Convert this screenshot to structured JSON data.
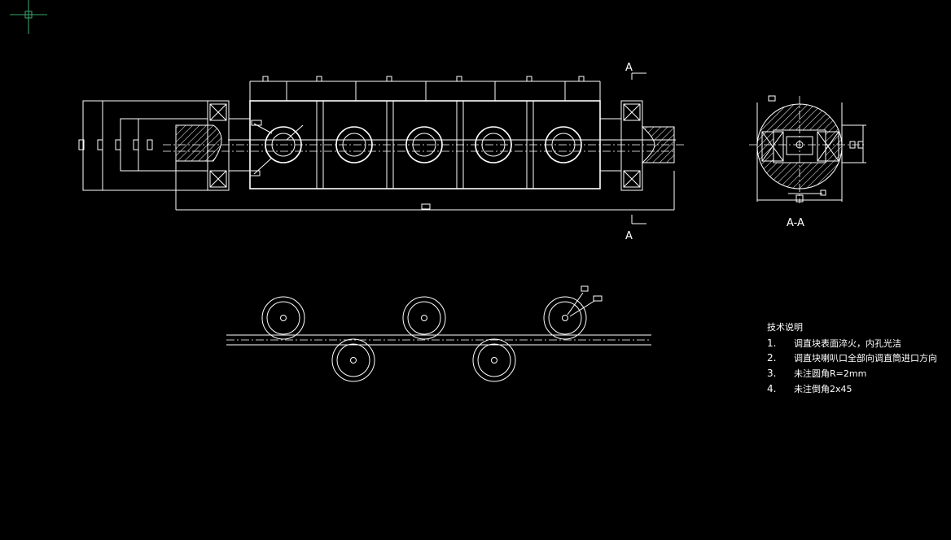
{
  "drawing": {
    "section_marker_top": "A",
    "section_marker_bottom": "A",
    "section_view_label": "A-A"
  },
  "tech_notes": {
    "title": "技术说明",
    "items": [
      {
        "num": "1.",
        "text": "调直块表面淬火，内孔光洁"
      },
      {
        "num": "2.",
        "text": "调直块喇叭口全部向调直筒进口方向"
      },
      {
        "num": "3.",
        "text": "未注圆角R=2mm"
      },
      {
        "num": "4.",
        "text": "未注倒角2x45"
      }
    ]
  },
  "colors": {
    "background": "#000000",
    "lines": "#ffffff",
    "crosshair": "#3aa76d"
  },
  "icons": {
    "cursor": "crosshair-cursor-icon"
  }
}
